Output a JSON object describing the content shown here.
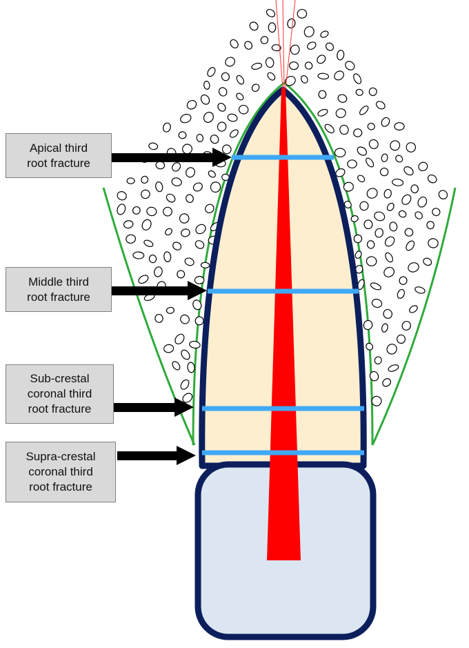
{
  "labels": [
    {
      "id": "apical",
      "lines": [
        "Apical third",
        "root fracture"
      ]
    },
    {
      "id": "middle",
      "lines": [
        "Middle third",
        "root fracture"
      ]
    },
    {
      "id": "sub-crestal",
      "lines": [
        "Sub-crestal",
        "coronal third",
        "root fracture"
      ]
    },
    {
      "id": "supra-crestal",
      "lines": [
        "Supra-crestal",
        "coronal third",
        "root fracture"
      ]
    }
  ],
  "colors": {
    "root_fill": "#fdeecf",
    "root_outline": "#0c1f5c",
    "crown_fill": "#dce6f2",
    "canal": "#ff0000",
    "fracture_line": "#3fa9f5",
    "bone_outline": "#2eaa3a",
    "arrow": "#000000",
    "label_fill": "#d9d9d9",
    "label_border": "#7f7f7f"
  },
  "icons": [
    "alveolar-bone-trabeculae",
    "pointer-arrow"
  ]
}
